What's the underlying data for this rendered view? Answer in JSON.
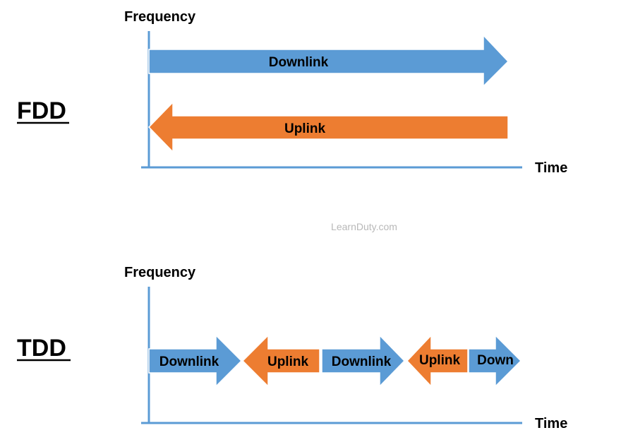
{
  "colors": {
    "downlink": "#5b9bd5",
    "uplink": "#ed7d31",
    "axis": "#5b9bd5",
    "arrow_outline": "#ffffff"
  },
  "watermark": "LearnDuty.com",
  "fdd": {
    "label": "FDD",
    "y_axis_label": "Frequency",
    "x_axis_label": "Time",
    "arrows": [
      {
        "label": "Downlink",
        "direction": "right",
        "type": "downlink"
      },
      {
        "label": "Uplink",
        "direction": "left",
        "type": "uplink"
      }
    ]
  },
  "tdd": {
    "label": "TDD",
    "y_axis_label": "Frequency",
    "x_axis_label": "Time",
    "arrows": [
      {
        "label": "Downlink",
        "direction": "right",
        "type": "downlink"
      },
      {
        "label": "Uplink",
        "direction": "left",
        "type": "uplink"
      },
      {
        "label": "Downlink",
        "direction": "right",
        "type": "downlink"
      },
      {
        "label": "Uplink",
        "direction": "left",
        "type": "uplink"
      },
      {
        "label": "Down",
        "direction": "right",
        "type": "downlink"
      }
    ]
  }
}
